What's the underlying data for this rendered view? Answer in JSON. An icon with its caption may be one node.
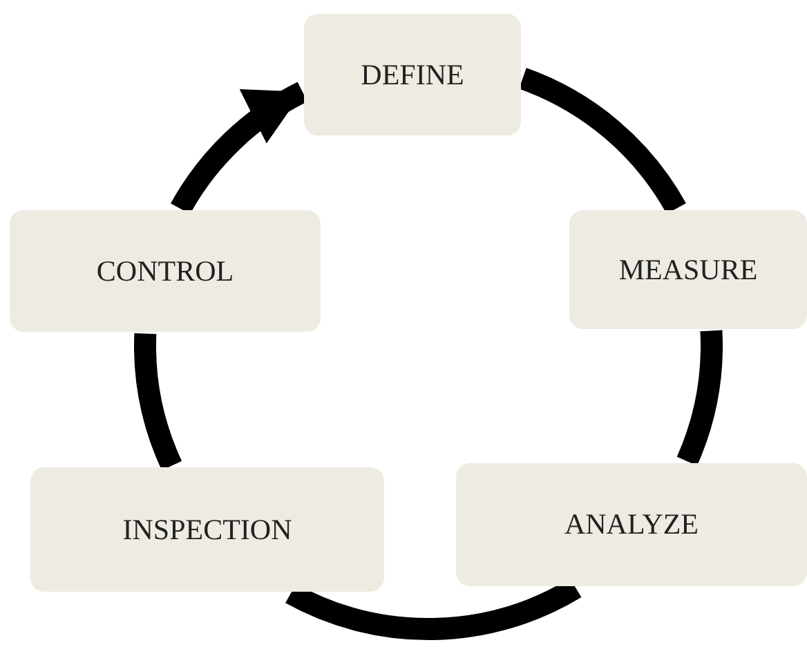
{
  "diagram": {
    "nodes": [
      {
        "text": [
          "DEFINE"
        ]
      },
      {
        "text": [
          "MEASURE"
        ]
      },
      {
        "text": [
          "ANALYZE"
        ]
      },
      {
        "text": [
          "INSPECTION"
        ]
      },
      {
        "text": [
          "CONTROL"
        ]
      }
    ],
    "edges": [
      {
        "from": 0,
        "to": 1,
        "arrow": "none"
      },
      {
        "from": 1,
        "to": 2,
        "arrow": "none"
      },
      {
        "from": 2,
        "to": 3,
        "arrow": "none"
      },
      {
        "from": 3,
        "to": 4,
        "arrow": "none"
      },
      {
        "from": 4,
        "to": 0,
        "arrow": "to"
      }
    ]
  }
}
